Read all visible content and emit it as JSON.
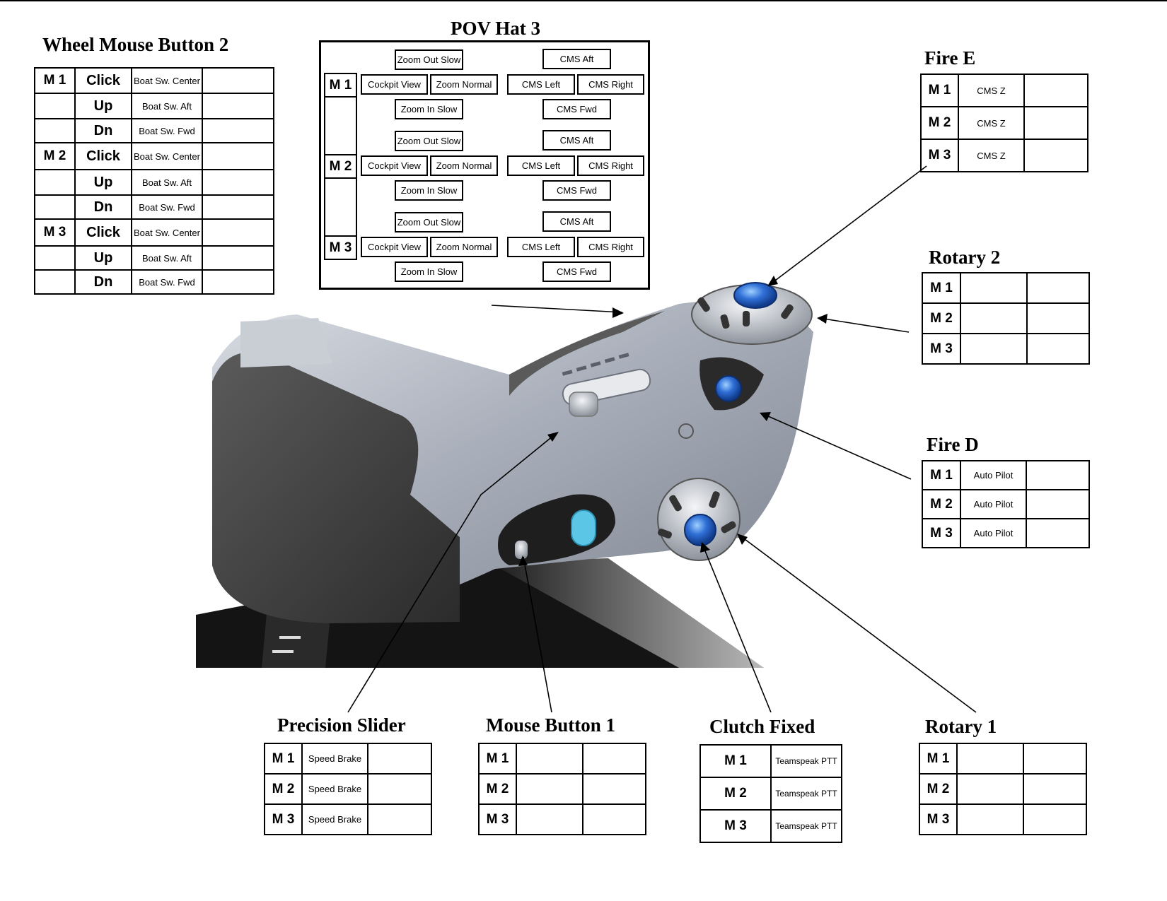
{
  "modes": [
    "M 1",
    "M 2",
    "M 3"
  ],
  "wheel_mouse_button_2": {
    "title": "Wheel Mouse Button 2",
    "rows": [
      {
        "mode": "M 1",
        "input": "Click",
        "action": "Boat Sw. Center"
      },
      {
        "mode": "",
        "input": "Up",
        "action": "Boat Sw. Aft"
      },
      {
        "mode": "",
        "input": "Dn",
        "action": "Boat Sw. Fwd"
      },
      {
        "mode": "M 2",
        "input": "Click",
        "action": "Boat Sw. Center"
      },
      {
        "mode": "",
        "input": "Up",
        "action": "Boat Sw. Aft"
      },
      {
        "mode": "",
        "input": "Dn",
        "action": "Boat Sw. Fwd"
      },
      {
        "mode": "M 3",
        "input": "Click",
        "action": "Boat Sw. Center"
      },
      {
        "mode": "",
        "input": "Up",
        "action": "Boat Sw. Aft"
      },
      {
        "mode": "",
        "input": "Dn",
        "action": "Boat Sw. Fwd"
      }
    ]
  },
  "pov_hat_3": {
    "title": "POV Hat 3",
    "groups": [
      {
        "mode": "M 1",
        "up": "Zoom Out Slow",
        "left": "Cockpit View",
        "center": "Zoom Normal",
        "down": "Zoom In Slow",
        "cms_up": "CMS Aft",
        "cms_left": "CMS Left",
        "cms_right": "CMS Right",
        "cms_down": "CMS Fwd"
      },
      {
        "mode": "M 2",
        "up": "Zoom Out Slow",
        "left": "Cockpit View",
        "center": "Zoom Normal",
        "down": "Zoom In Slow",
        "cms_up": "CMS Aft",
        "cms_left": "CMS Left",
        "cms_right": "CMS Right",
        "cms_down": "CMS Fwd"
      },
      {
        "mode": "M 3",
        "up": "Zoom Out Slow",
        "left": "Cockpit View",
        "center": "Zoom Normal",
        "down": "Zoom In Slow",
        "cms_up": "CMS Aft",
        "cms_left": "CMS Left",
        "cms_right": "CMS Right",
        "cms_down": "CMS Fwd"
      }
    ]
  },
  "fire_e": {
    "title": "Fire E",
    "rows": [
      {
        "mode": "M 1",
        "action": "CMS Z",
        "extra": ""
      },
      {
        "mode": "M 2",
        "action": "CMS Z",
        "extra": ""
      },
      {
        "mode": "M 3",
        "action": "CMS Z",
        "extra": ""
      }
    ]
  },
  "rotary_2": {
    "title": "Rotary 2",
    "rows": [
      {
        "mode": "M 1",
        "action": "",
        "extra": ""
      },
      {
        "mode": "M 2",
        "action": "",
        "extra": ""
      },
      {
        "mode": "M 3",
        "action": "",
        "extra": ""
      }
    ]
  },
  "fire_d": {
    "title": "Fire D",
    "rows": [
      {
        "mode": "M 1",
        "action": "Auto Pilot",
        "extra": ""
      },
      {
        "mode": "M 2",
        "action": "Auto Pilot",
        "extra": ""
      },
      {
        "mode": "M 3",
        "action": "Auto Pilot",
        "extra": ""
      }
    ]
  },
  "precision_slider": {
    "title": "Precision Slider",
    "rows": [
      {
        "mode": "M 1",
        "action": "Speed Brake",
        "extra": ""
      },
      {
        "mode": "M 2",
        "action": "Speed Brake",
        "extra": ""
      },
      {
        "mode": "M 3",
        "action": "Speed Brake",
        "extra": ""
      }
    ]
  },
  "mouse_button_1": {
    "title": "Mouse Button 1",
    "rows": [
      {
        "mode": "M 1",
        "action": "",
        "extra": ""
      },
      {
        "mode": "M 2",
        "action": "",
        "extra": ""
      },
      {
        "mode": "M 3",
        "action": "",
        "extra": ""
      }
    ]
  },
  "clutch_fixed": {
    "title": "Clutch Fixed",
    "rows": [
      {
        "mode": "M 1",
        "action": "Teamspeak PTT",
        "extra": ""
      },
      {
        "mode": "M 2",
        "action": "Teamspeak PTT",
        "extra": ""
      },
      {
        "mode": "M 3",
        "action": "Teamspeak PTT",
        "extra": ""
      }
    ]
  },
  "rotary_1": {
    "title": "Rotary 1",
    "rows": [
      {
        "mode": "M 1",
        "action": "",
        "extra": ""
      },
      {
        "mode": "M 2",
        "action": "",
        "extra": ""
      },
      {
        "mode": "M 3",
        "action": "",
        "extra": ""
      }
    ]
  },
  "colors": {
    "throttle_silver": "#a3a9b4",
    "throttle_dark": "#3e3e3e",
    "button_blue": "#2f6fd6",
    "light_blue": "#5cc6e6",
    "base_black": "#161616"
  }
}
